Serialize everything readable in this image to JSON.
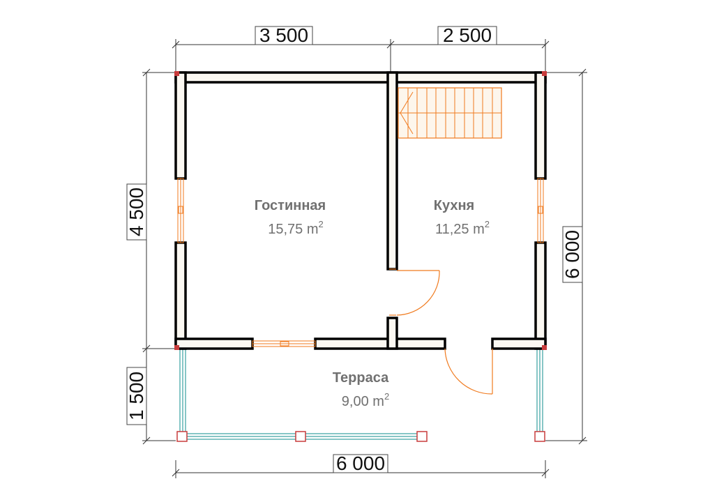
{
  "plan": {
    "dimensions": {
      "top_left": "3 500",
      "top_right": "2 500",
      "bottom": "6 000",
      "left_upper": "4 500",
      "left_lower": "1 500",
      "right": "6 000"
    },
    "rooms": [
      {
        "name": "Гостинная",
        "area": "15,75 m",
        "unit_sup": "2"
      },
      {
        "name": "Кухня",
        "area": "11,25 m",
        "unit_sup": "2"
      },
      {
        "name": "Терраса",
        "area": "9,00 m",
        "unit_sup": "2"
      }
    ],
    "colors": {
      "wall_fill": "#fbf8f2",
      "wall_stroke": "#000000",
      "opening": "#f07a1e",
      "terrace_rail": "#5fb3b3",
      "post": "#c83c3c",
      "dimension": "#333333",
      "label": "#707070"
    }
  }
}
